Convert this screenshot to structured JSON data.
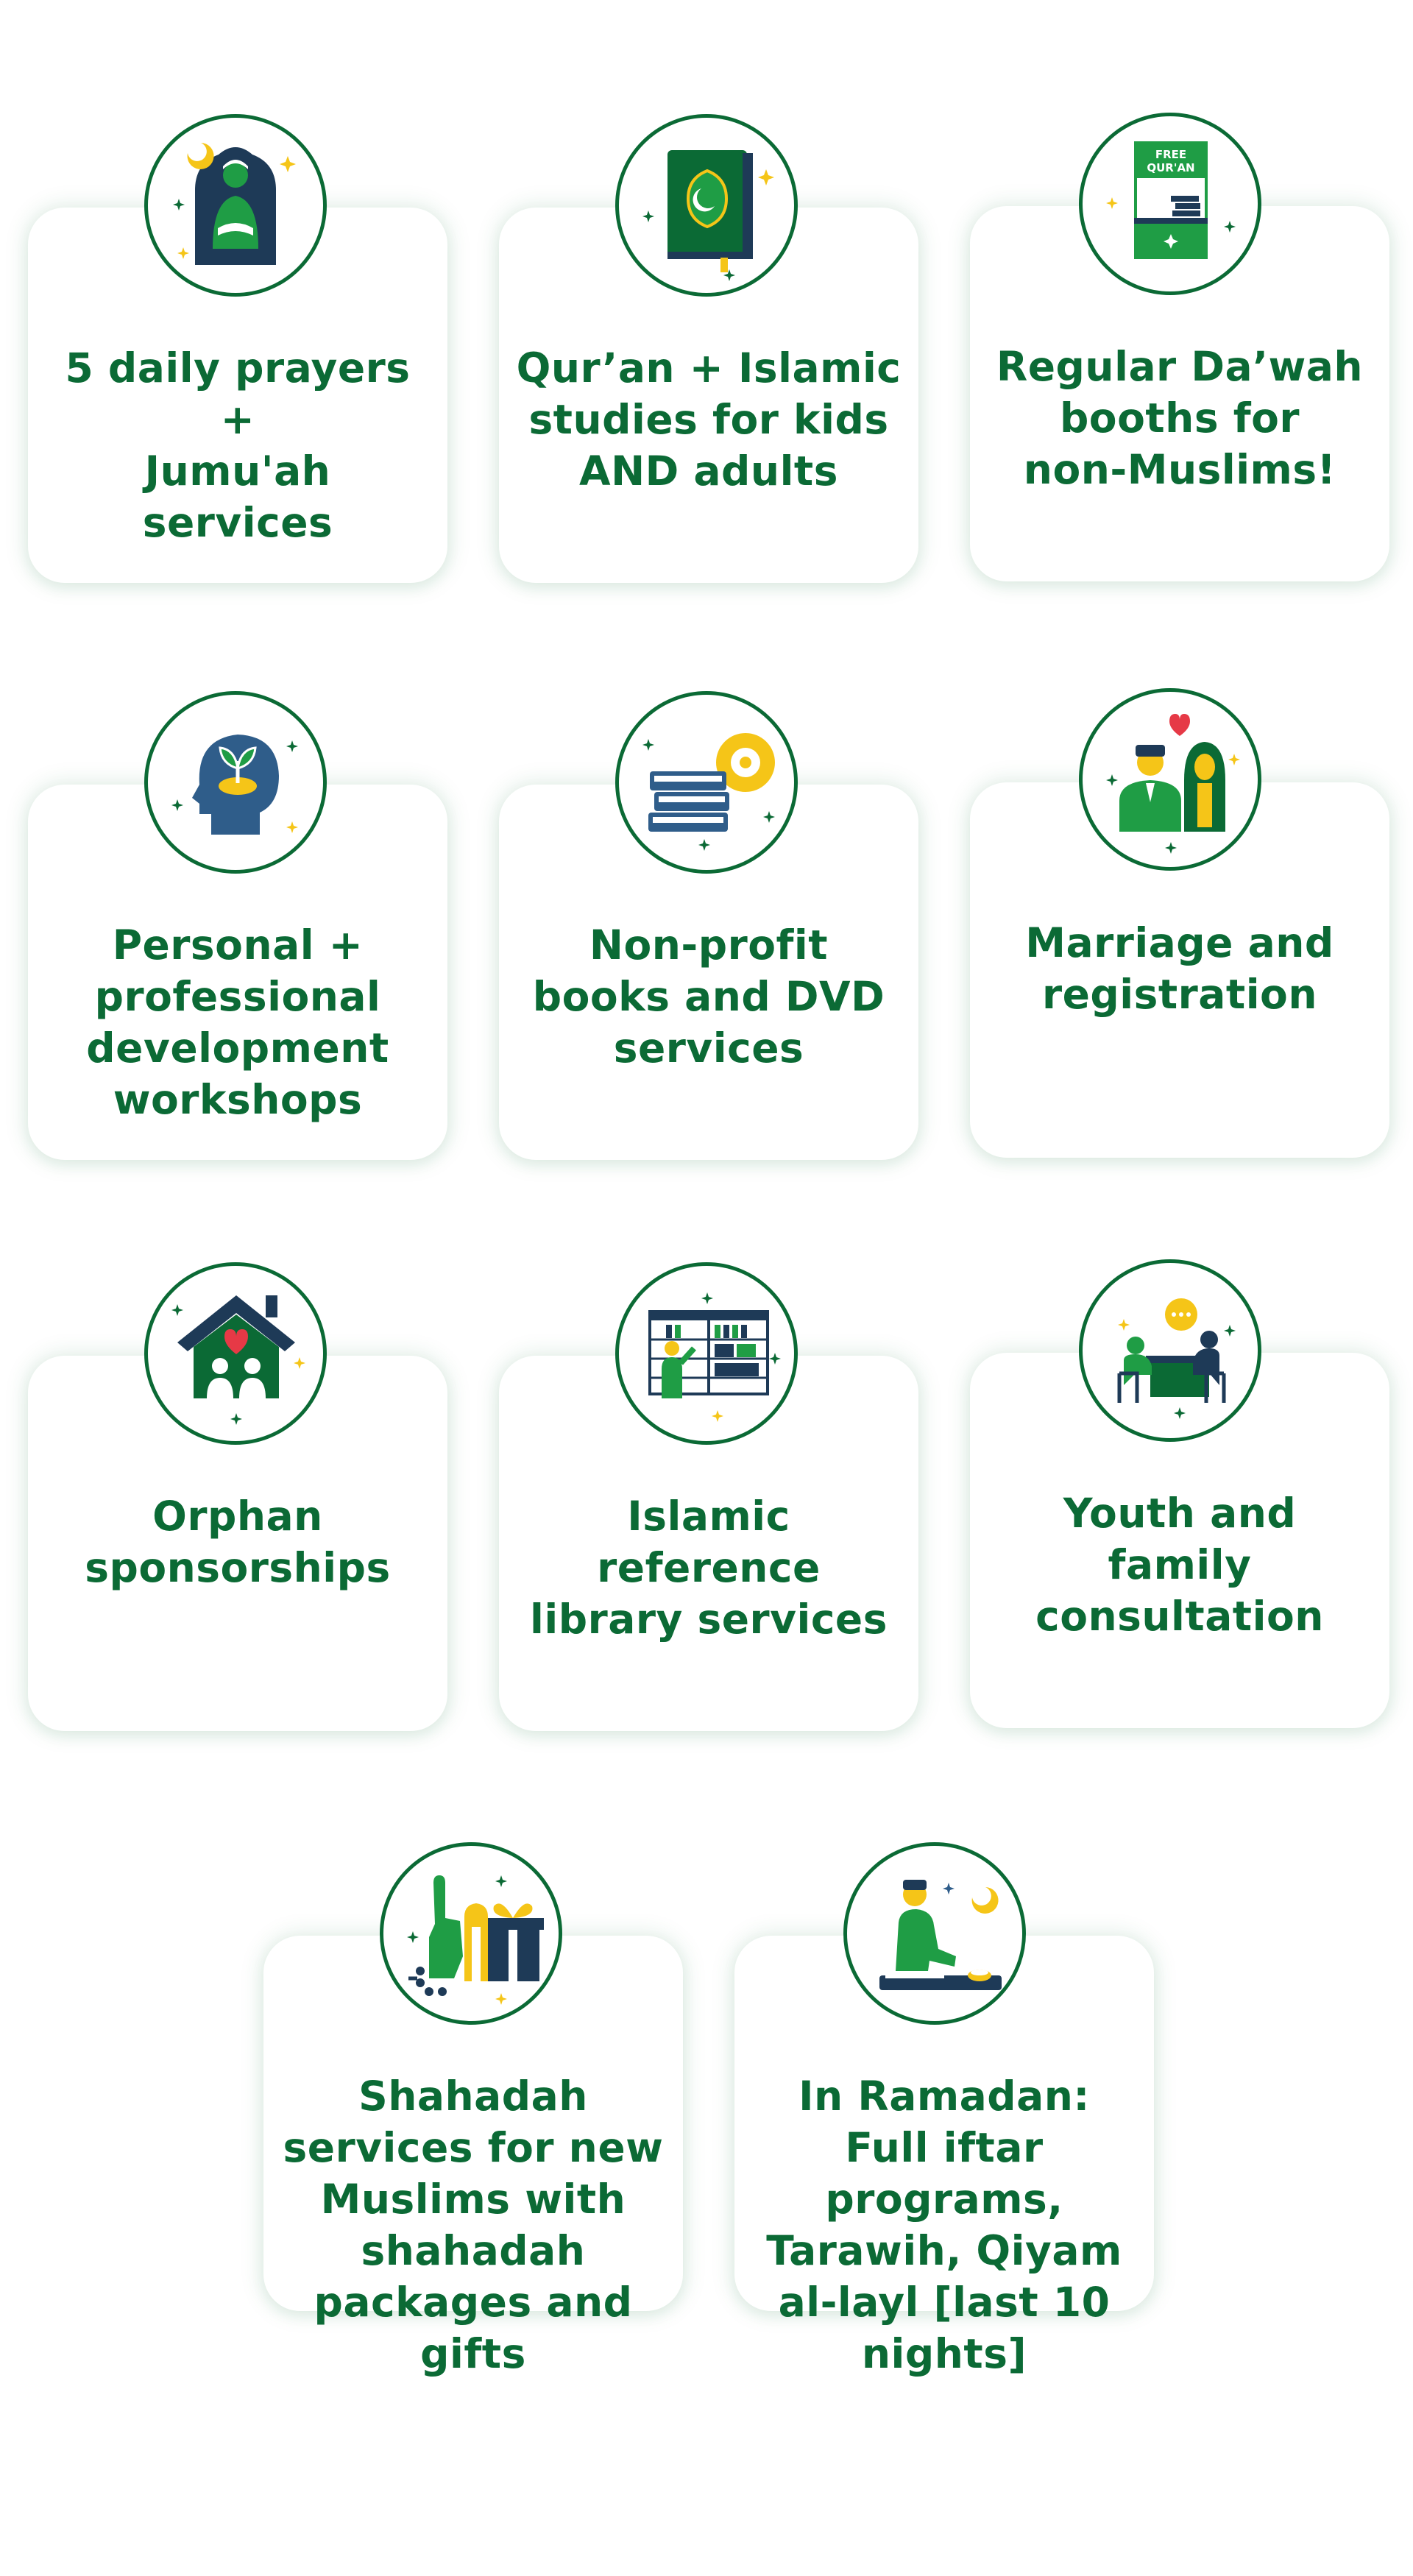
{
  "colors": {
    "brand_green": "#0b6a35",
    "navy": "#1e3a57",
    "yellow": "#f5c518",
    "red": "#e63946",
    "bright_green": "#1f9d45"
  },
  "services": [
    {
      "icon": "prayer-icon",
      "lines": [
        "5 daily prayers +",
        "Jumu'ah",
        "services"
      ]
    },
    {
      "icon": "quran-icon",
      "lines": [
        "Qur’an + Islamic",
        "studies for kids",
        "AND adults"
      ]
    },
    {
      "icon": "dawah-booth-icon",
      "icon_text": [
        "FREE",
        "QUR'AN"
      ],
      "lines": [
        "Regular Da’wah",
        "booths for",
        "non-Muslims!"
      ]
    },
    {
      "icon": "development-icon",
      "lines": [
        "Personal +",
        "professional",
        "development",
        "workshops"
      ]
    },
    {
      "icon": "books-dvd-icon",
      "lines": [
        "Non-profit",
        "books and DVD",
        "services"
      ]
    },
    {
      "icon": "marriage-icon",
      "lines": [
        "Marriage and",
        "registration"
      ]
    },
    {
      "icon": "orphan-home-icon",
      "lines": [
        "Orphan",
        "sponsorships"
      ]
    },
    {
      "icon": "library-icon",
      "lines": [
        "Islamic",
        "reference",
        "library services"
      ]
    },
    {
      "icon": "consultation-icon",
      "lines": [
        "Youth and",
        "family",
        "consultation"
      ]
    },
    {
      "icon": "shahadah-gift-icon",
      "lines": [
        "Shahadah",
        "services for new",
        "Muslims with",
        "shahadah",
        "packages and",
        "gifts"
      ]
    },
    {
      "icon": "ramadan-icon",
      "lines": [
        "In Ramadan:",
        "Full iftar",
        "programs,",
        "Tarawih, Qiyam",
        "al-layl [last 10",
        "nights]"
      ]
    }
  ]
}
